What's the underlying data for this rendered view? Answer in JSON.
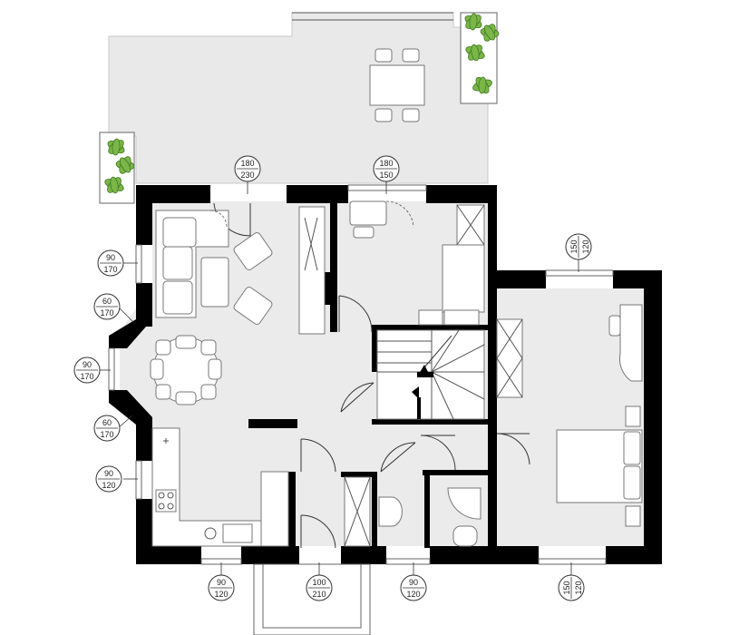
{
  "labels": {
    "top_left_door": {
      "width": "180",
      "height": "230"
    },
    "top_mid_window": {
      "width": "180",
      "height": "150"
    },
    "right_window": {
      "width": "150",
      "height": "120"
    },
    "left_window_1": {
      "width": "90",
      "height": "170"
    },
    "left_window_2": {
      "width": "60",
      "height": "170"
    },
    "left_window_3": {
      "width": "90",
      "height": "170"
    },
    "left_window_4": {
      "width": "60",
      "height": "170"
    },
    "left_window_5": {
      "width": "90",
      "height": "120"
    },
    "bottom_window_1": {
      "width": "90",
      "height": "120"
    },
    "entrance_door": {
      "width": "100",
      "height": "210"
    },
    "bottom_window_2": {
      "width": "90",
      "height": "120"
    },
    "bottom_window_3": {
      "width": "150",
      "height": "120"
    }
  },
  "colors": {
    "wall": "#000000",
    "floor": "#ebebeb",
    "terrace": "#e9e9e9",
    "plant": "#7ab648"
  },
  "icons": [
    "plant-icon",
    "dining-table-icon",
    "sofa-icon",
    "bed-icon",
    "stairs-icon",
    "bathtub-icon",
    "shower-icon"
  ]
}
